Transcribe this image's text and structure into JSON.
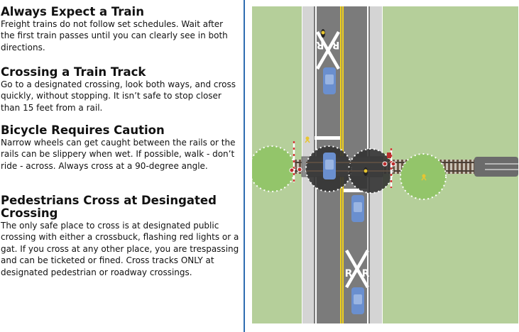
{
  "sections": [
    {
      "heading": "Always Expect a Train",
      "body": "Freight trains do not follow set schedules. Wait after the first train passes until you can clearly see in both directions."
    },
    {
      "heading": "Crossing a Train Track",
      "body": "Go to a designated crossing, look both ways, and cross quickly, without stopping. It isn’t safe to stop closer than 15 feet from a rail."
    },
    {
      "heading": "Bicycle Requires Caution",
      "body": "Narrow wheels can get caught between the rails or the rails can be slippery when wet. If possible, walk - don’t ride - across. Always cross at a 90-degree angle."
    },
    {
      "heading": "Pedestrians Cross at Desingated Crossing",
      "body": "The only safe place to cross is at designated public crossing with either a crossbuck, flashing red lights or a gat. If you cross at any other place, you are trespassing and can be ticketed or fined. Cross tracks ONLY at designated pedestrian or roadway crossings."
    }
  ],
  "road_markings": {
    "r_letter": "R",
    "crossbuck_top": "RR",
    "crossbuck_bottom": "RR"
  },
  "colors": {
    "grass": "#b5cf9a",
    "road": "#7b7b7b",
    "sidewalk": "#d4d4d4",
    "center_line": "#f2d21d",
    "car": "#6a8fcf",
    "divider": "#2e6db0",
    "track": "#5c4b3f",
    "signal": "#b92e2e",
    "zone": "#93c56a"
  }
}
